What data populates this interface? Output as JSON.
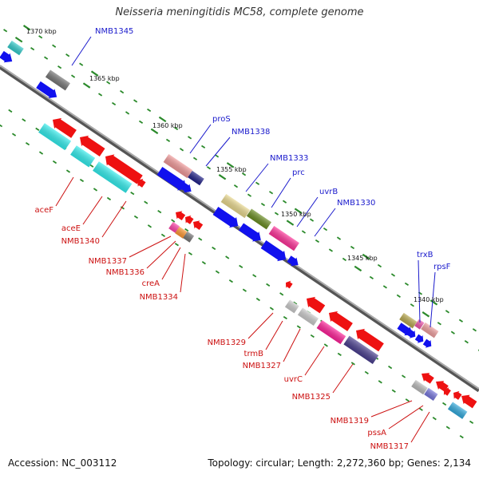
{
  "title": "Neisseria meningitidis MC58, complete genome",
  "footer": {
    "accession": "Accession: NC_003112",
    "summary": "Topology: circular; Length: 2,272,360 bp; Genes: 2,134"
  },
  "colors": {
    "backbone": "#777777",
    "tick": "#2b8a2b",
    "forward_label": "#1a1acc",
    "reverse_label": "#cc1111",
    "forward_arrow": "#1111ee",
    "reverse_arrow": "#ee1111"
  },
  "kbp_markers": [
    "1370 kbp",
    "1365 kbp",
    "1360 kbp",
    "1355 kbp",
    "1350 kbp",
    "1345 kbp",
    "1340 kbp"
  ],
  "forward_gene_labels": [
    "NMB1345",
    "proS",
    "NMB1338",
    "NMB1333",
    "prc",
    "uvrB",
    "NMB1330",
    "trxB",
    "rpsF"
  ],
  "reverse_gene_labels": [
    "aceF",
    "aceE",
    "NMB1340",
    "NMB1337",
    "NMB1336",
    "creA",
    "NMB1334",
    "NMB1329",
    "trmB",
    "NMB1327",
    "uvrC",
    "NMB1325",
    "NMB1319",
    "pssA",
    "NMB1317"
  ]
}
